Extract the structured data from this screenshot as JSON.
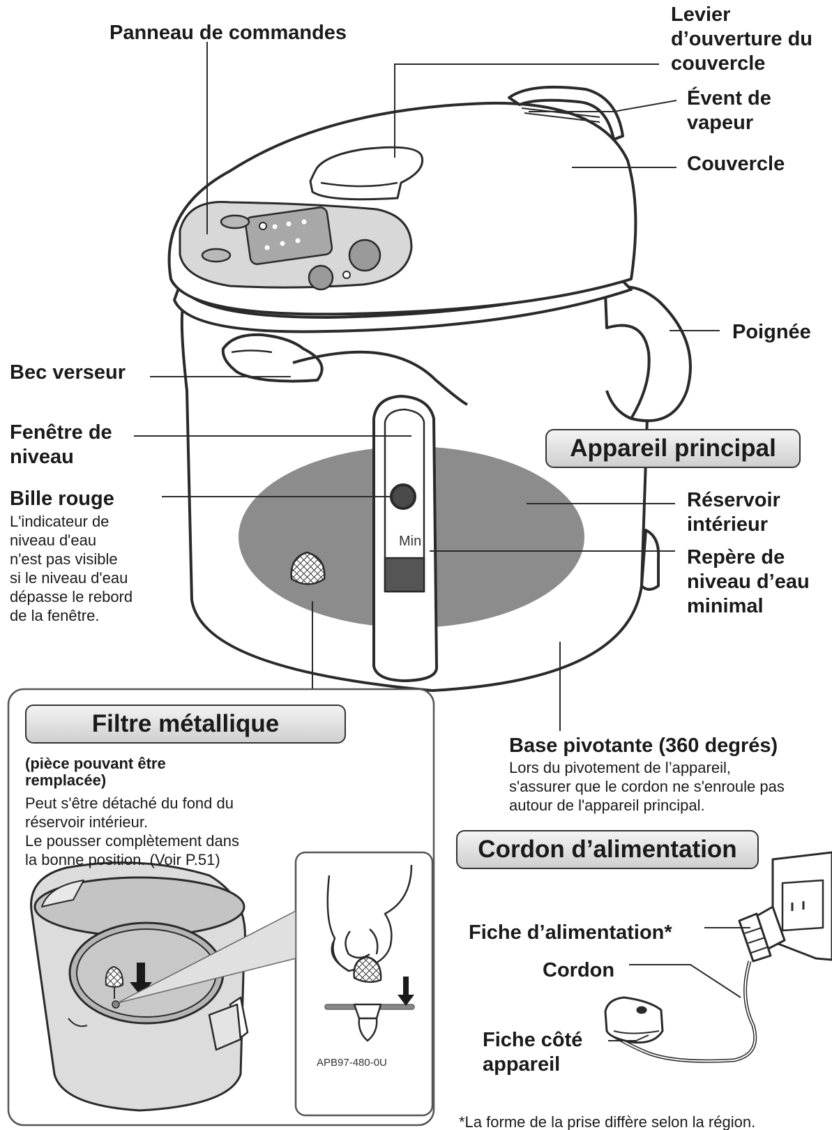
{
  "labels": {
    "control_panel": "Panneau de commandes",
    "lid_lever": "Levier\nd’ouverture du\ncouvercle",
    "steam_vent": "Évent de\nvapeur",
    "lid": "Couvercle",
    "handle": "Poignée",
    "spout": "Bec verseur",
    "level_window": "Fenêtre de\nniveau",
    "red_ball": "Bille rouge",
    "red_ball_note": "L'indicateur de\nniveau d'eau\nn'est pas visible\nsi le niveau d'eau\ndépasse le rebord\nde la fenêtre.",
    "inner_tank": "Réservoir\nintérieur",
    "min_mark": "Repère de\nniveau d’eau\nminimal",
    "min_text": "Min",
    "swivel_base": "Base pivotante (360 degrés)",
    "swivel_note": "Lors du pivotement de l’appareil,\ns'assurer que le cordon ne s'enroule pas\nautour de l'appareil principal.",
    "power_plug": "Fiche d’alimentation*",
    "cord": "Cordon",
    "appliance_plug": "Fiche côté\nappareil",
    "footnote": "*La forme de la prise diffère selon la région."
  },
  "sections": {
    "main_unit": "Appareil principal",
    "filter": "Filtre métallique",
    "power_cord": "Cordon d’alimentation"
  },
  "filter_box": {
    "replaceable": "(pièce pouvant être\nremplacée)",
    "instructions": "Peut s'être détaché du fond du\nréservoir intérieur.\nLe pousser complètement dans\nla bonne position. (Voir P.51)",
    "code": "APB97-480-0U"
  }
}
